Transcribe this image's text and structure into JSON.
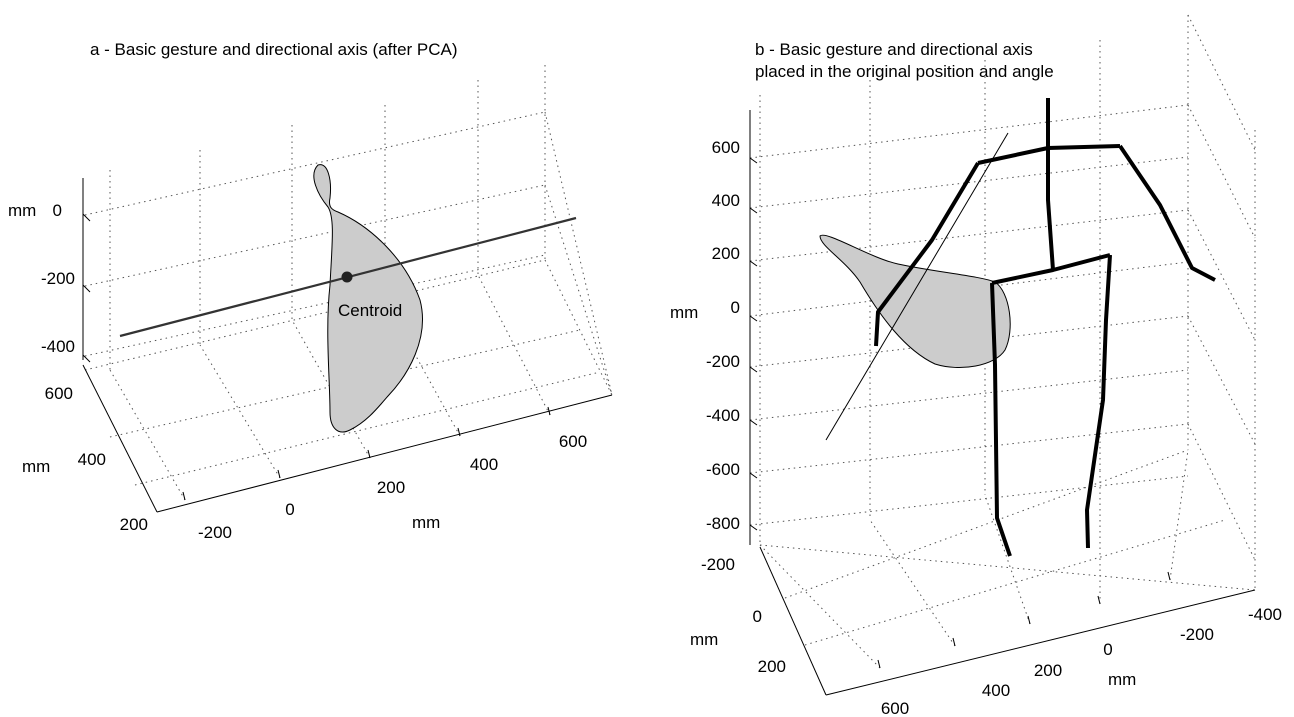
{
  "chart_data": [
    {
      "type": "3d-plot",
      "title": "a - Basic gesture and directional axis (after PCA)",
      "axes": {
        "x": {
          "label": "mm",
          "ticks": [
            "-200",
            "0",
            "200",
            "400",
            "600"
          ]
        },
        "y": {
          "label": "mm",
          "ticks": [
            "200",
            "400",
            "600"
          ]
        },
        "z": {
          "label": "mm",
          "ticks": [
            "-400",
            "-200",
            "0"
          ]
        }
      },
      "grid": true,
      "annotations": [
        {
          "text": "Centroid"
        }
      ],
      "elements": [
        "gesture-shape",
        "directional-axis",
        "centroid-point"
      ]
    },
    {
      "type": "3d-plot",
      "title": "b - Basic gesture and directional axis",
      "subtitle": "placed in the original position and angle",
      "axes": {
        "z": {
          "label": "mm",
          "ticks": [
            "600",
            "400",
            "200",
            "0",
            "-200",
            "-400",
            "-600",
            "-800"
          ]
        },
        "y": {
          "label": "mm",
          "ticks": [
            "-200",
            "0",
            "200",
            "400",
            "600"
          ]
        },
        "x": {
          "label": "mm",
          "ticks": [
            "200",
            "0",
            "-200",
            "-400"
          ]
        }
      },
      "grid": true,
      "elements": [
        "gesture-shape",
        "directional-axis",
        "stick-figure"
      ]
    }
  ],
  "colors": {
    "shape_fill": "#cccccc",
    "line": "#000000",
    "axis_line": "#333333"
  }
}
